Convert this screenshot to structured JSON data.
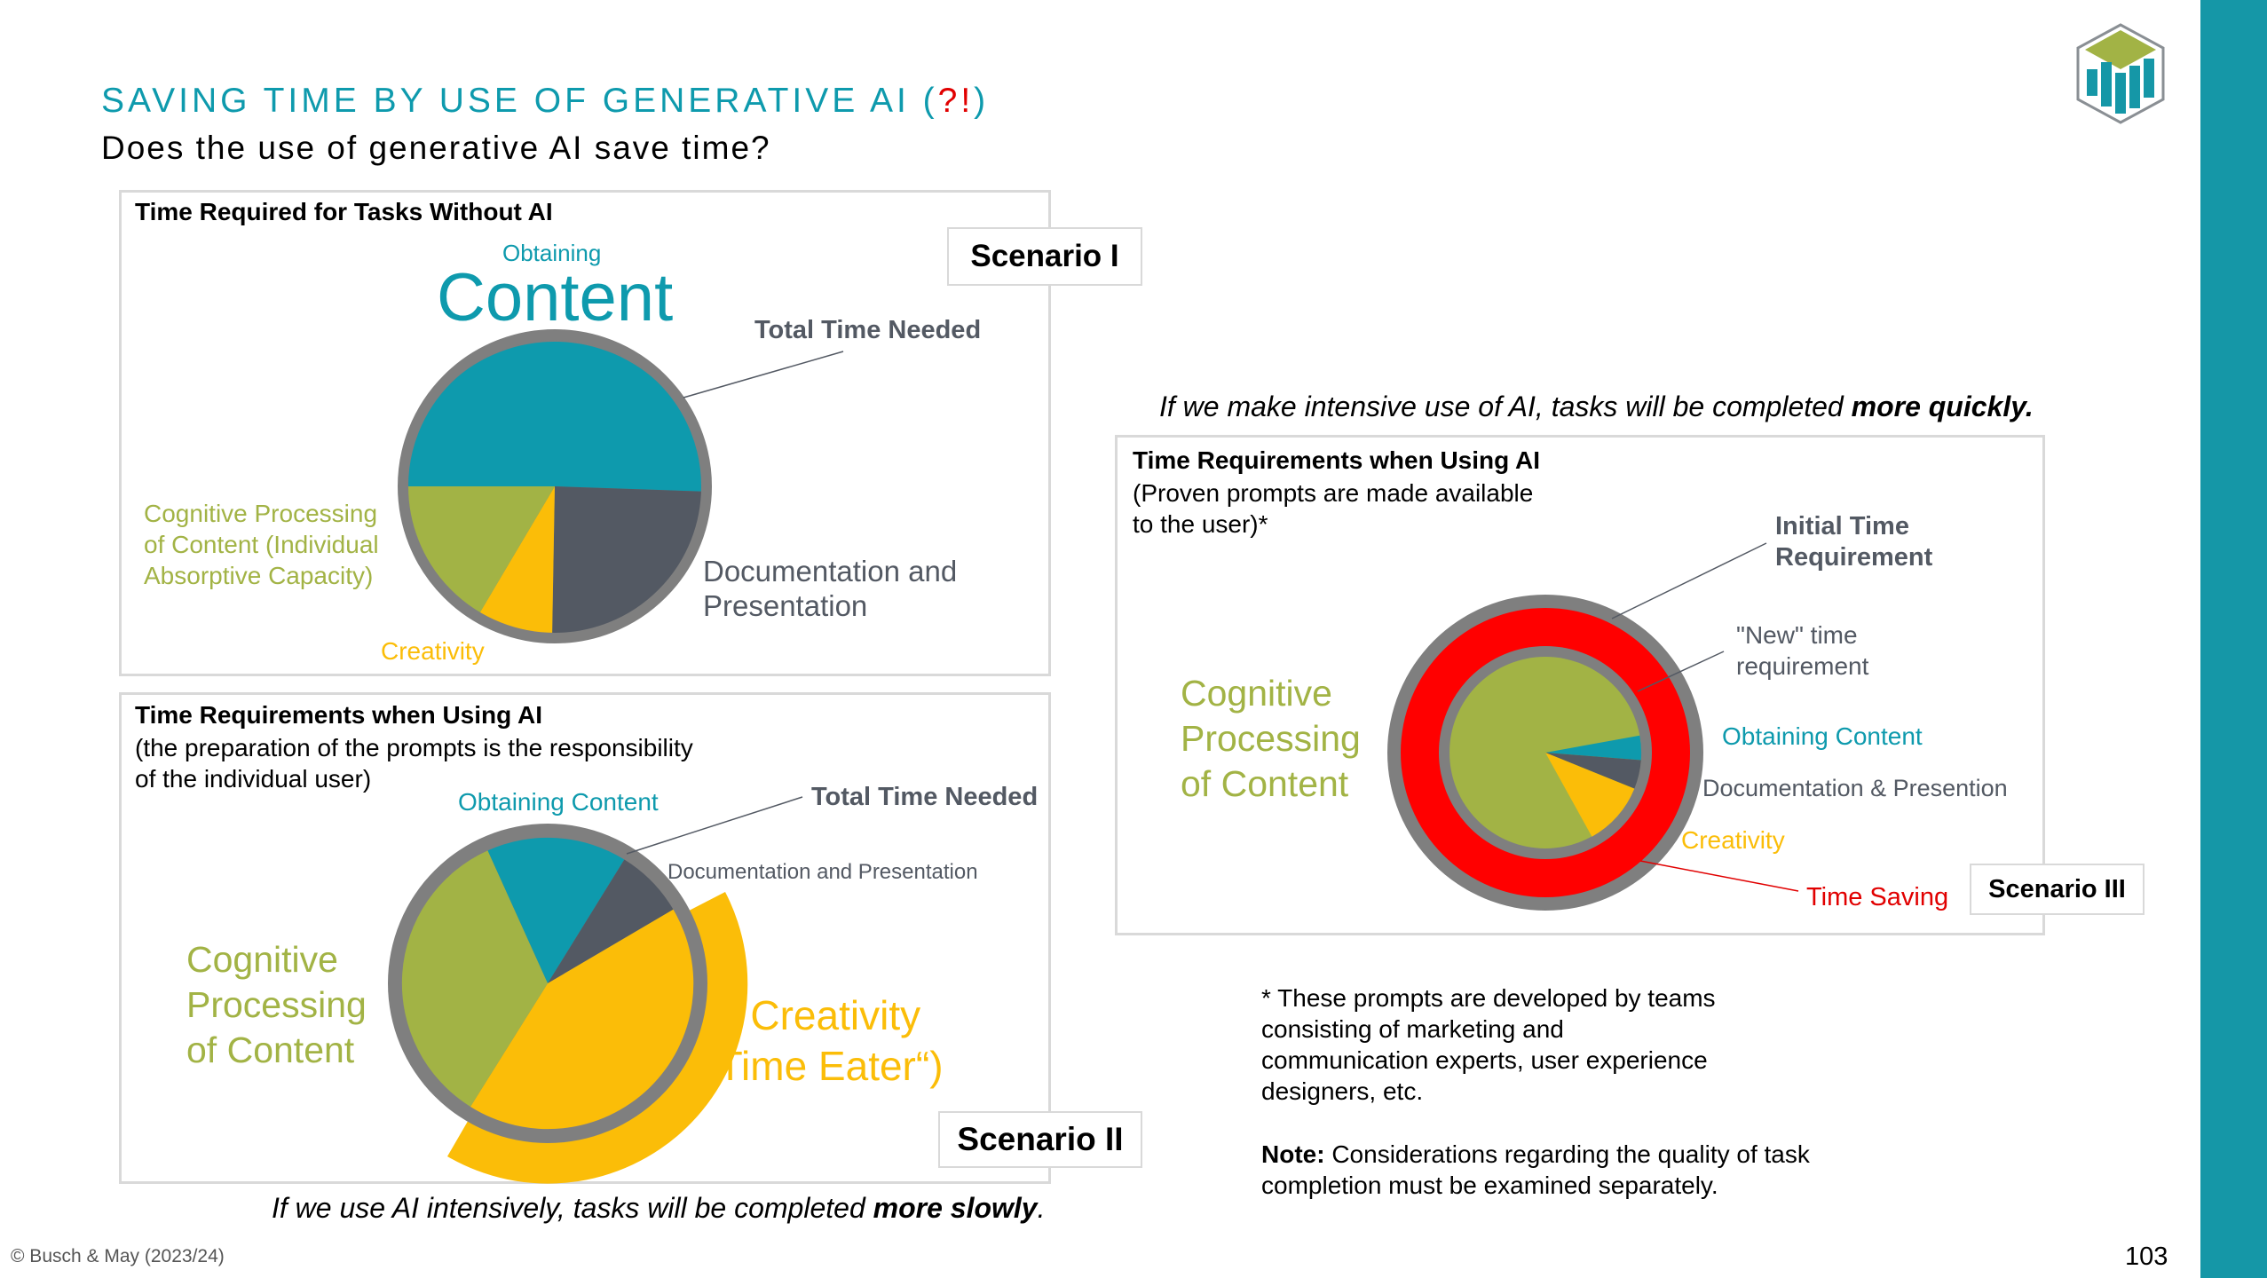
{
  "header": {
    "title_main": "SAVING TIME BY USE OF GENERATIVE AI (",
    "title_mark": "?!",
    "title_close": ")",
    "subtitle": "Does the use of generative AI save time?"
  },
  "scenario1": {
    "box_title": "Time Required for Tasks Without AI",
    "badge": "Scenario I",
    "obtaining_small": "Obtaining",
    "content_big": "Content",
    "total_time": "Total Time Needed",
    "documentation": "Documentation and",
    "presentation": "Presentation",
    "cognitive_1": "Cognitive Processing",
    "cognitive_2": "of Content (Individual",
    "cognitive_3": "Absorptive Capacity)",
    "creativity": "Creativity"
  },
  "scenario2": {
    "box_title": "Time Requirements when Using AI",
    "box_sub_1": "(the preparation of the prompts is the responsibility",
    "box_sub_2": "of the individual user)",
    "badge": "Scenario II",
    "obtaining": "Obtaining Content",
    "total_time": "Total Time Needed",
    "documentation": "Documentation and Presentation",
    "cognitive_1": "Cognitive",
    "cognitive_2": "Processing",
    "cognitive_3": "of Content",
    "creativity_1": "Creativity",
    "creativity_2": "(„Time Eater“)",
    "caption_pre": "If we use AI intensively, tasks will be completed ",
    "caption_bold": "more slowly",
    "caption_post": "."
  },
  "scenario3": {
    "caption_pre": "If we make intensive use of AI, tasks will be completed ",
    "caption_bold": "more quickly.",
    "box_title": "Time Requirements when Using AI",
    "box_sub_1": "(Proven prompts are made available",
    "box_sub_2": "to the user)*",
    "badge": "Scenario III",
    "initial_1": "Initial Time",
    "initial_2": "Requirement",
    "new_1": "\"New\" time",
    "new_2": "requirement",
    "obtaining": "Obtaining Content",
    "documentation": "Documentation & Presention",
    "creativity": "Creativity",
    "time_saving": "Time Saving",
    "cognitive_1": "Cognitive",
    "cognitive_2": "Processing",
    "cognitive_3": "of Content"
  },
  "footnote": {
    "line1": "* These prompts are developed by teams",
    "line2": "consisting of marketing and",
    "line3": "communication experts, user experience",
    "line4": "designers, etc.",
    "note_label": "Note:",
    "note_1": " Considerations regarding the quality of task",
    "note_2": "completion must be examined separately."
  },
  "footer": {
    "copyright": "© Busch & May (2023/24)",
    "page_number": "103"
  },
  "colors": {
    "teal": "#0e9aad",
    "olive": "#a2b345",
    "yellow": "#fbbd08",
    "slate": "#535963",
    "ring_gray": "#7f7f7f",
    "red": "#ff0000",
    "sidebar": "#1597a7"
  },
  "icons": [
    "logo-cube-icon"
  ]
}
